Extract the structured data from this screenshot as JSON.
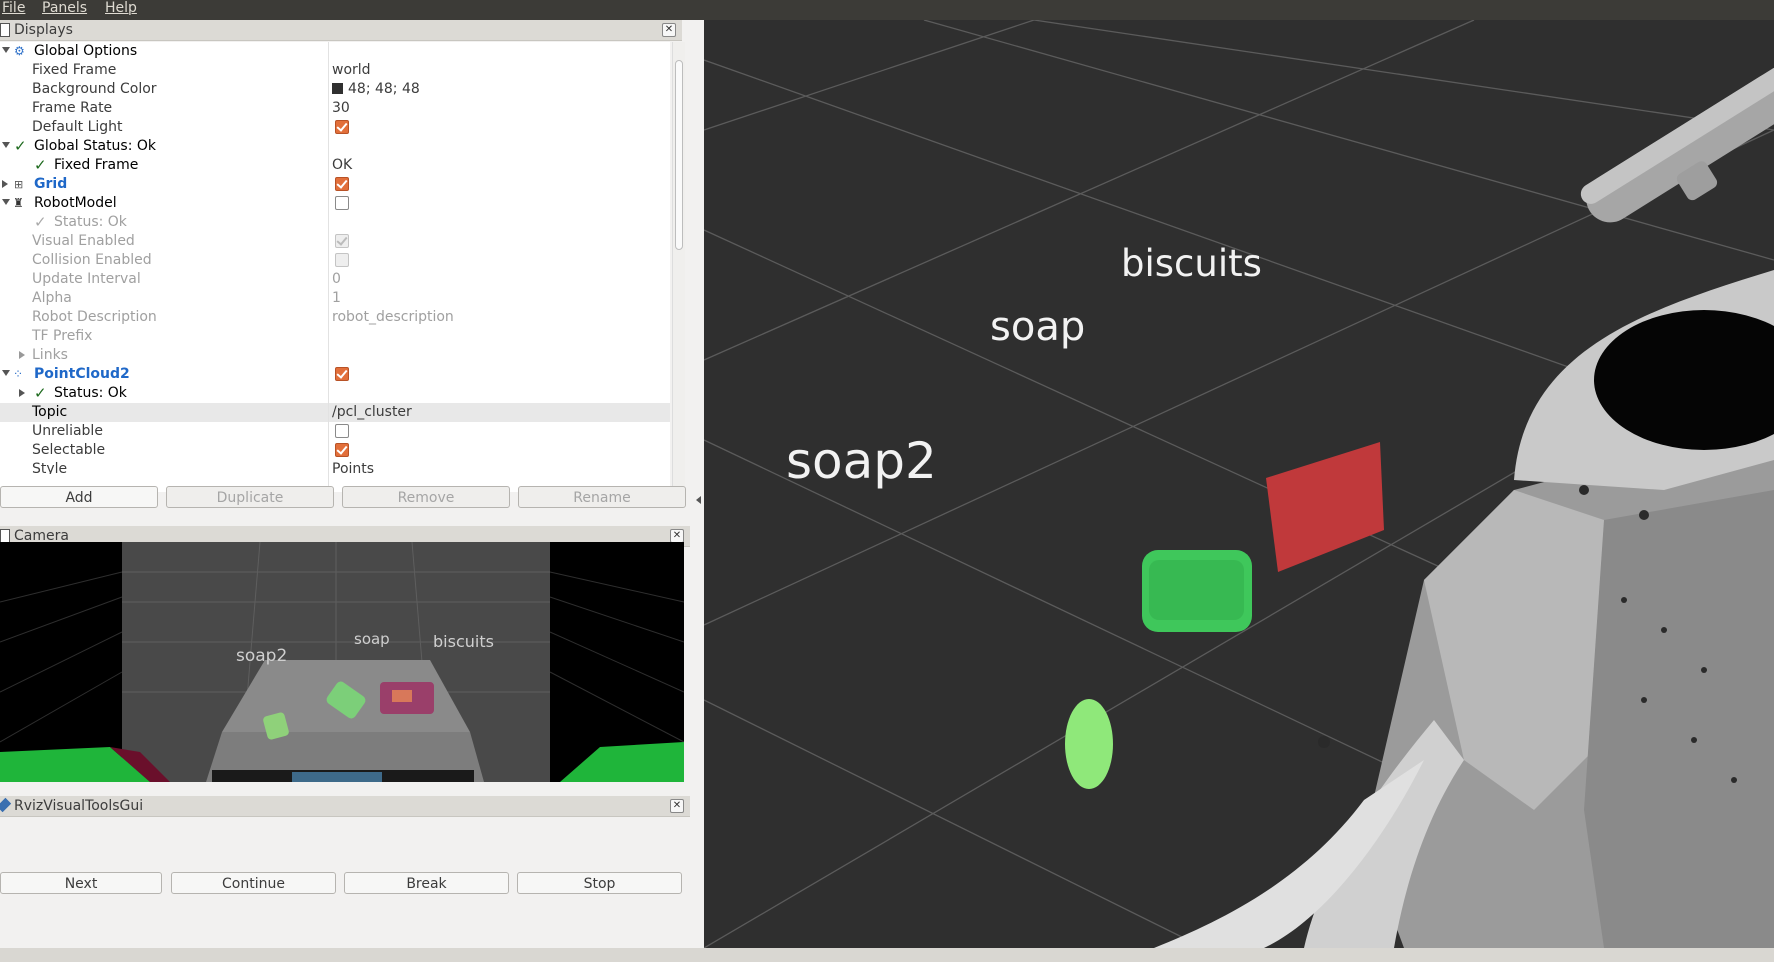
{
  "menubar": {
    "items": [
      "File",
      "Panels",
      "Help"
    ]
  },
  "displays": {
    "title": "Displays",
    "rows": [
      {
        "name": "Global Options",
        "value": ""
      },
      {
        "name": "Fixed Frame",
        "value": "world"
      },
      {
        "name": "Background Color",
        "value": "48; 48; 48"
      },
      {
        "name": "Frame Rate",
        "value": "30"
      },
      {
        "name": "Default Light",
        "value": ""
      },
      {
        "name": "Global Status: Ok",
        "value": ""
      },
      {
        "name": "Fixed Frame",
        "value": "OK"
      },
      {
        "name": "Grid",
        "value": ""
      },
      {
        "name": "RobotModel",
        "value": ""
      },
      {
        "name": "Status: Ok",
        "value": ""
      },
      {
        "name": "Visual Enabled",
        "value": ""
      },
      {
        "name": "Collision Enabled",
        "value": ""
      },
      {
        "name": "Update Interval",
        "value": "0"
      },
      {
        "name": "Alpha",
        "value": "1"
      },
      {
        "name": "Robot Description",
        "value": "robot_description"
      },
      {
        "name": "TF Prefix",
        "value": ""
      },
      {
        "name": "Links",
        "value": ""
      },
      {
        "name": "PointCloud2",
        "value": ""
      },
      {
        "name": "Status: Ok",
        "value": ""
      },
      {
        "name": "Topic",
        "value": "/pcl_cluster"
      },
      {
        "name": "Unreliable",
        "value": ""
      },
      {
        "name": "Selectable",
        "value": ""
      },
      {
        "name": "Style",
        "value": "Points"
      }
    ],
    "buttons": {
      "add": "Add",
      "duplicate": "Duplicate",
      "remove": "Remove",
      "rename": "Rename"
    }
  },
  "camera": {
    "title": "Camera",
    "labels": {
      "soap2": "soap2",
      "soap": "soap",
      "biscuits": "biscuits"
    }
  },
  "visual_tools": {
    "title": "RvizVisualToolsGui",
    "buttons": {
      "next": "Next",
      "continue": "Continue",
      "break": "Break",
      "stop": "Stop"
    }
  },
  "viewport": {
    "labels": {
      "biscuits": "biscuits",
      "soap": "soap",
      "soap2": "soap2"
    },
    "colors": {
      "background": "#303030",
      "grid": "#6b6b6b",
      "red_cluster": "#c0393b",
      "green_cluster": "#3fc75b",
      "lightgreen_cluster": "#8fe87a"
    }
  }
}
